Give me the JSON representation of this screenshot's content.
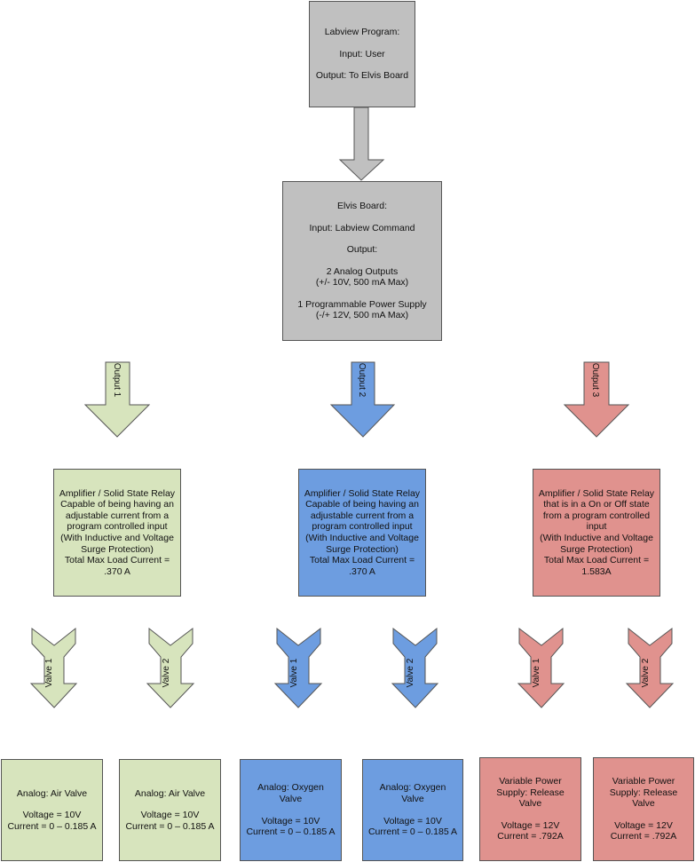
{
  "colors": {
    "gray": "#c0c0c0",
    "green": "#d7e4bd",
    "blue": "#6d9de0",
    "red": "#e0928e",
    "stroke": "#555555"
  },
  "labview": {
    "lines": [
      "Labview Program:",
      "",
      "Input: User",
      "",
      "Output: To Elvis Board"
    ]
  },
  "elvis": {
    "lines": [
      "Elvis Board:",
      "",
      "Input: Labview Command",
      "",
      "Output:",
      "",
      "2 Analog Outputs",
      "(+/- 10V, 500 mA Max)",
      "",
      "1 Programmable Power Supply",
      "(-/+ 12V, 500 mA Max)"
    ]
  },
  "outputs": [
    "Output 1",
    "Output 2",
    "Output 3"
  ],
  "relays": [
    {
      "lines": [
        "Amplifier / Solid State Relay",
        "Capable of being having an",
        "adjustable current from a",
        "program controlled input",
        "(With Inductive and Voltage",
        "Surge Protection)",
        "Total Max Load Current =",
        ".370 A"
      ]
    },
    {
      "lines": [
        "Amplifier / Solid State Relay",
        "Capable of being having an",
        "adjustable current from a",
        "program controlled input",
        "(With Inductive and Voltage",
        "Surge Protection)",
        "Total Max Load Current =",
        ".370 A"
      ]
    },
    {
      "lines": [
        "Amplifier / Solid State Relay",
        "that is in a On or Off state",
        "from a program controlled",
        "input",
        "(With Inductive and Voltage",
        "Surge Protection)",
        "Total Max Load Current =",
        "1.583A"
      ]
    }
  ],
  "valve_arrows": [
    "Valve 1",
    "Valve 2",
    "Valve 1",
    "Valve 2",
    "Valve 1",
    "Valve 2"
  ],
  "valves": [
    {
      "lines": [
        "Analog: Air Valve",
        "",
        "Voltage = 10V",
        "Current = 0 – 0.185 A"
      ]
    },
    {
      "lines": [
        "Analog: Air Valve",
        "",
        "Voltage = 10V",
        "Current = 0 – 0.185 A"
      ]
    },
    {
      "lines": [
        "Analog: Oxygen",
        "Valve",
        "",
        "Voltage = 10V",
        "Current = 0 – 0.185 A"
      ]
    },
    {
      "lines": [
        "Analog: Oxygen",
        "Valve",
        "",
        "Voltage = 10V",
        "Current = 0 – 0.185 A"
      ]
    },
    {
      "lines": [
        "Variable Power",
        "Supply: Release",
        "Valve",
        "",
        "Voltage = 12V",
        "Current = .792A"
      ]
    },
    {
      "lines": [
        "Variable Power",
        "Supply: Release",
        "Valve",
        "",
        "Voltage = 12V",
        "Current = .792A"
      ]
    }
  ]
}
